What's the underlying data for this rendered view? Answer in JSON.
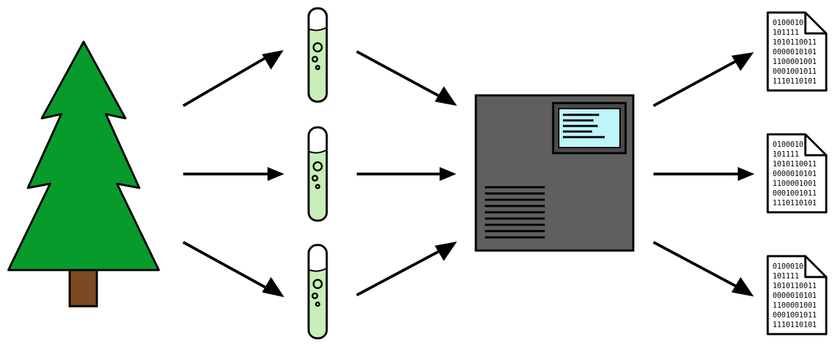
{
  "colors": {
    "tree_green": "#079b2c",
    "tree_trunk": "#7b4a22",
    "tube_liquid": "#c8eeb8",
    "machine_body": "#5f5f5f",
    "screen_fill": "#bff5f8",
    "outline": "#000000"
  },
  "icons": {
    "source": "tree-icon",
    "samples": "test-tube-icon",
    "instrument": "sequencer-icon",
    "outputs": "data-file-icon"
  },
  "files": [
    {
      "lines": [
        "0100010",
        "101111",
        "1010110011",
        "0000010101",
        "1100001001",
        "0001001011",
        "1110110101"
      ]
    },
    {
      "lines": [
        "0100010",
        "101111",
        "1010110011",
        "0000010101",
        "1100001001",
        "0001001011",
        "1110110101"
      ]
    },
    {
      "lines": [
        "0100010",
        "101111",
        "1010110011",
        "0000010101",
        "1100001001",
        "0001001011",
        "1110110101"
      ]
    }
  ]
}
